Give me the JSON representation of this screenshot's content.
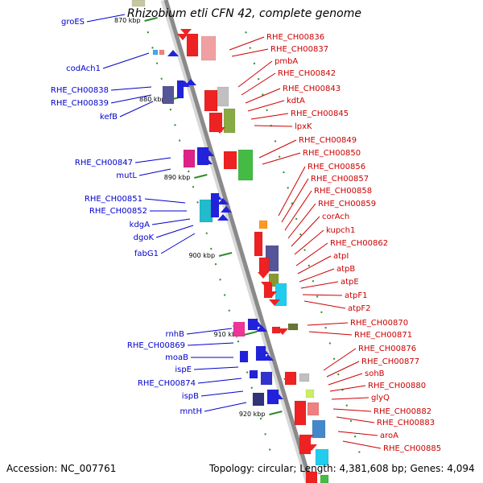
{
  "title": "Rhizobium etli CFN 42, complete genome",
  "footer": {
    "accession": "Accession: NC_007761",
    "summary": "Topology: circular; Length: 4,381,608 bp; Genes: 4,094"
  },
  "ticks": [
    "870 kbp",
    "880 kbp",
    "890 kbp",
    "900 kbp",
    "910 kbp",
    "920 kbp"
  ],
  "colors": {
    "left_label": "#0000cc",
    "right_label": "#cc0000",
    "backbone": "#8a8a8a",
    "tick_dot": "#2e8b2e"
  },
  "left_labels": [
    "groES",
    "codAch1",
    "RHE_CH00838",
    "RHE_CH00839",
    "kefB",
    "RHE_CH00847",
    "mutL",
    "RHE_CH00851",
    "RHE_CH00852",
    "kdgA",
    "dgoK",
    "fabG1",
    "rnhB",
    "RHE_CH00869",
    "moaB",
    "ispE",
    "RHE_CH00874",
    "ispB",
    "mntH"
  ],
  "right_labels": [
    "RHE_CH00836",
    "RHE_CH00837",
    "pmbA",
    "RHE_CH00842",
    "RHE_CH00843",
    "kdtA",
    "RHE_CH00845",
    "lpxK",
    "RHE_CH00849",
    "RHE_CH00850",
    "RHE_CH00856",
    "RHE_CH00857",
    "RHE_CH00858",
    "RHE_CH00859",
    "corAch",
    "kupch1",
    "RHE_CH00862",
    "atpI",
    "atpB",
    "atpE",
    "atpF1",
    "atpF2",
    "RHE_CH00870",
    "RHE_CH00871",
    "RHE_CH00876",
    "RHE_CH00877",
    "sohB",
    "RHE_CH00880",
    "glyQ",
    "RHE_CH00882",
    "RHE_CH00883",
    "aroA",
    "RHE_CH00885"
  ]
}
